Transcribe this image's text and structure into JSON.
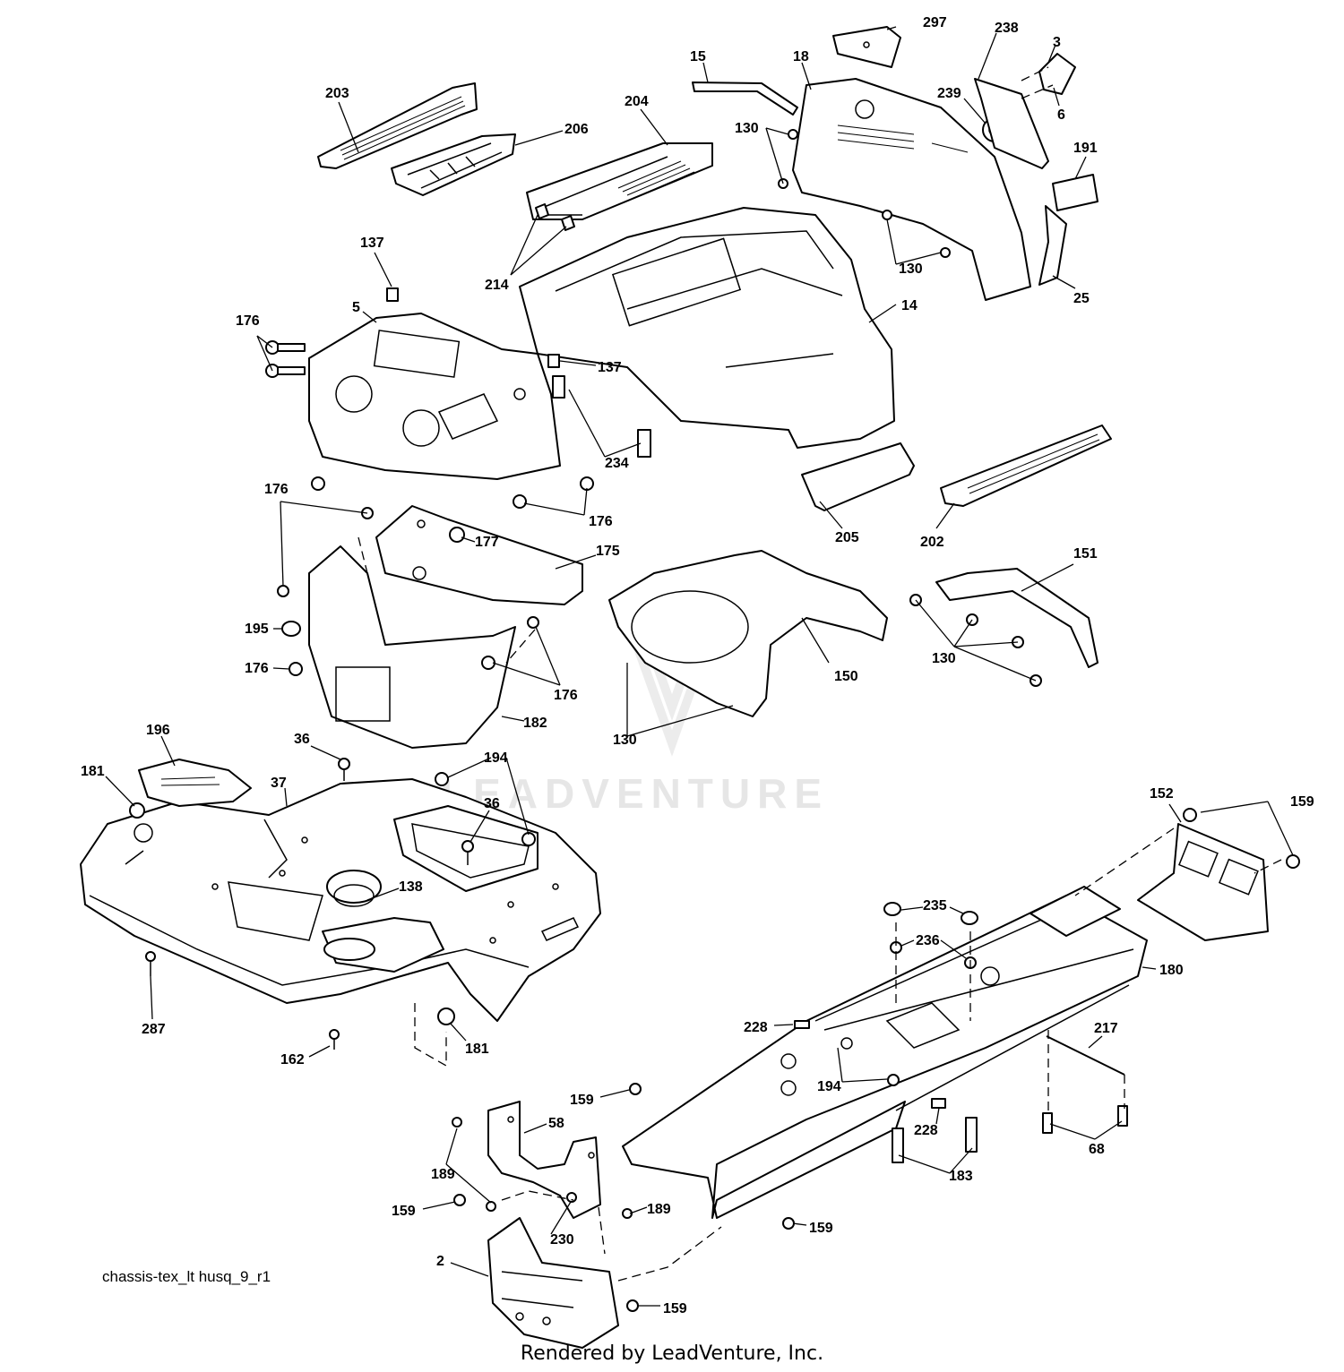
{
  "diagram": {
    "drawing_id": "chassis-tex_lt husq_9_r1",
    "footer": "Rendered by LeadVenture, Inc.",
    "watermark": "LEADVENTURE",
    "callouts": [
      {
        "id": "c297",
        "label": "297"
      },
      {
        "id": "c238",
        "label": "238"
      },
      {
        "id": "c3",
        "label": "3"
      },
      {
        "id": "c6",
        "label": "6"
      },
      {
        "id": "c239",
        "label": "239"
      },
      {
        "id": "c15",
        "label": "15"
      },
      {
        "id": "c18",
        "label": "18"
      },
      {
        "id": "c203",
        "label": "203"
      },
      {
        "id": "c204",
        "label": "204"
      },
      {
        "id": "c206",
        "label": "206"
      },
      {
        "id": "c130a",
        "label": "130"
      },
      {
        "id": "c191",
        "label": "191"
      },
      {
        "id": "c130b",
        "label": "130"
      },
      {
        "id": "c25",
        "label": "25"
      },
      {
        "id": "c137a",
        "label": "137"
      },
      {
        "id": "c214",
        "label": "214"
      },
      {
        "id": "c5",
        "label": "5"
      },
      {
        "id": "c14",
        "label": "14"
      },
      {
        "id": "c176a",
        "label": "176"
      },
      {
        "id": "c137b",
        "label": "137"
      },
      {
        "id": "c234",
        "label": "234"
      },
      {
        "id": "c176b",
        "label": "176"
      },
      {
        "id": "c176c",
        "label": "176"
      },
      {
        "id": "c177",
        "label": "177"
      },
      {
        "id": "c175",
        "label": "175"
      },
      {
        "id": "c205",
        "label": "205"
      },
      {
        "id": "c202",
        "label": "202"
      },
      {
        "id": "c151",
        "label": "151"
      },
      {
        "id": "c195",
        "label": "195"
      },
      {
        "id": "c176d",
        "label": "176"
      },
      {
        "id": "c176e",
        "label": "176"
      },
      {
        "id": "c150",
        "label": "150"
      },
      {
        "id": "c130c",
        "label": "130"
      },
      {
        "id": "c182",
        "label": "182"
      },
      {
        "id": "c130d",
        "label": "130"
      },
      {
        "id": "c196",
        "label": "196"
      },
      {
        "id": "c36a",
        "label": "36"
      },
      {
        "id": "c194a",
        "label": "194"
      },
      {
        "id": "c181a",
        "label": "181"
      },
      {
        "id": "c37",
        "label": "37"
      },
      {
        "id": "c36b",
        "label": "36"
      },
      {
        "id": "c152",
        "label": "152"
      },
      {
        "id": "c159a",
        "label": "159"
      },
      {
        "id": "c138",
        "label": "138"
      },
      {
        "id": "c235",
        "label": "235"
      },
      {
        "id": "c236",
        "label": "236"
      },
      {
        "id": "c180",
        "label": "180"
      },
      {
        "id": "c287",
        "label": "287"
      },
      {
        "id": "c228a",
        "label": "228"
      },
      {
        "id": "c217",
        "label": "217"
      },
      {
        "id": "c181b",
        "label": "181"
      },
      {
        "id": "c162",
        "label": "162"
      },
      {
        "id": "c194b",
        "label": "194"
      },
      {
        "id": "c159b",
        "label": "159"
      },
      {
        "id": "c58",
        "label": "58"
      },
      {
        "id": "c228b",
        "label": "228"
      },
      {
        "id": "c68",
        "label": "68"
      },
      {
        "id": "c189a",
        "label": "189"
      },
      {
        "id": "c183",
        "label": "183"
      },
      {
        "id": "c159c",
        "label": "159"
      },
      {
        "id": "c189b",
        "label": "189"
      },
      {
        "id": "c230",
        "label": "230"
      },
      {
        "id": "c159d",
        "label": "159"
      },
      {
        "id": "c2",
        "label": "2"
      },
      {
        "id": "c159e",
        "label": "159"
      }
    ]
  }
}
